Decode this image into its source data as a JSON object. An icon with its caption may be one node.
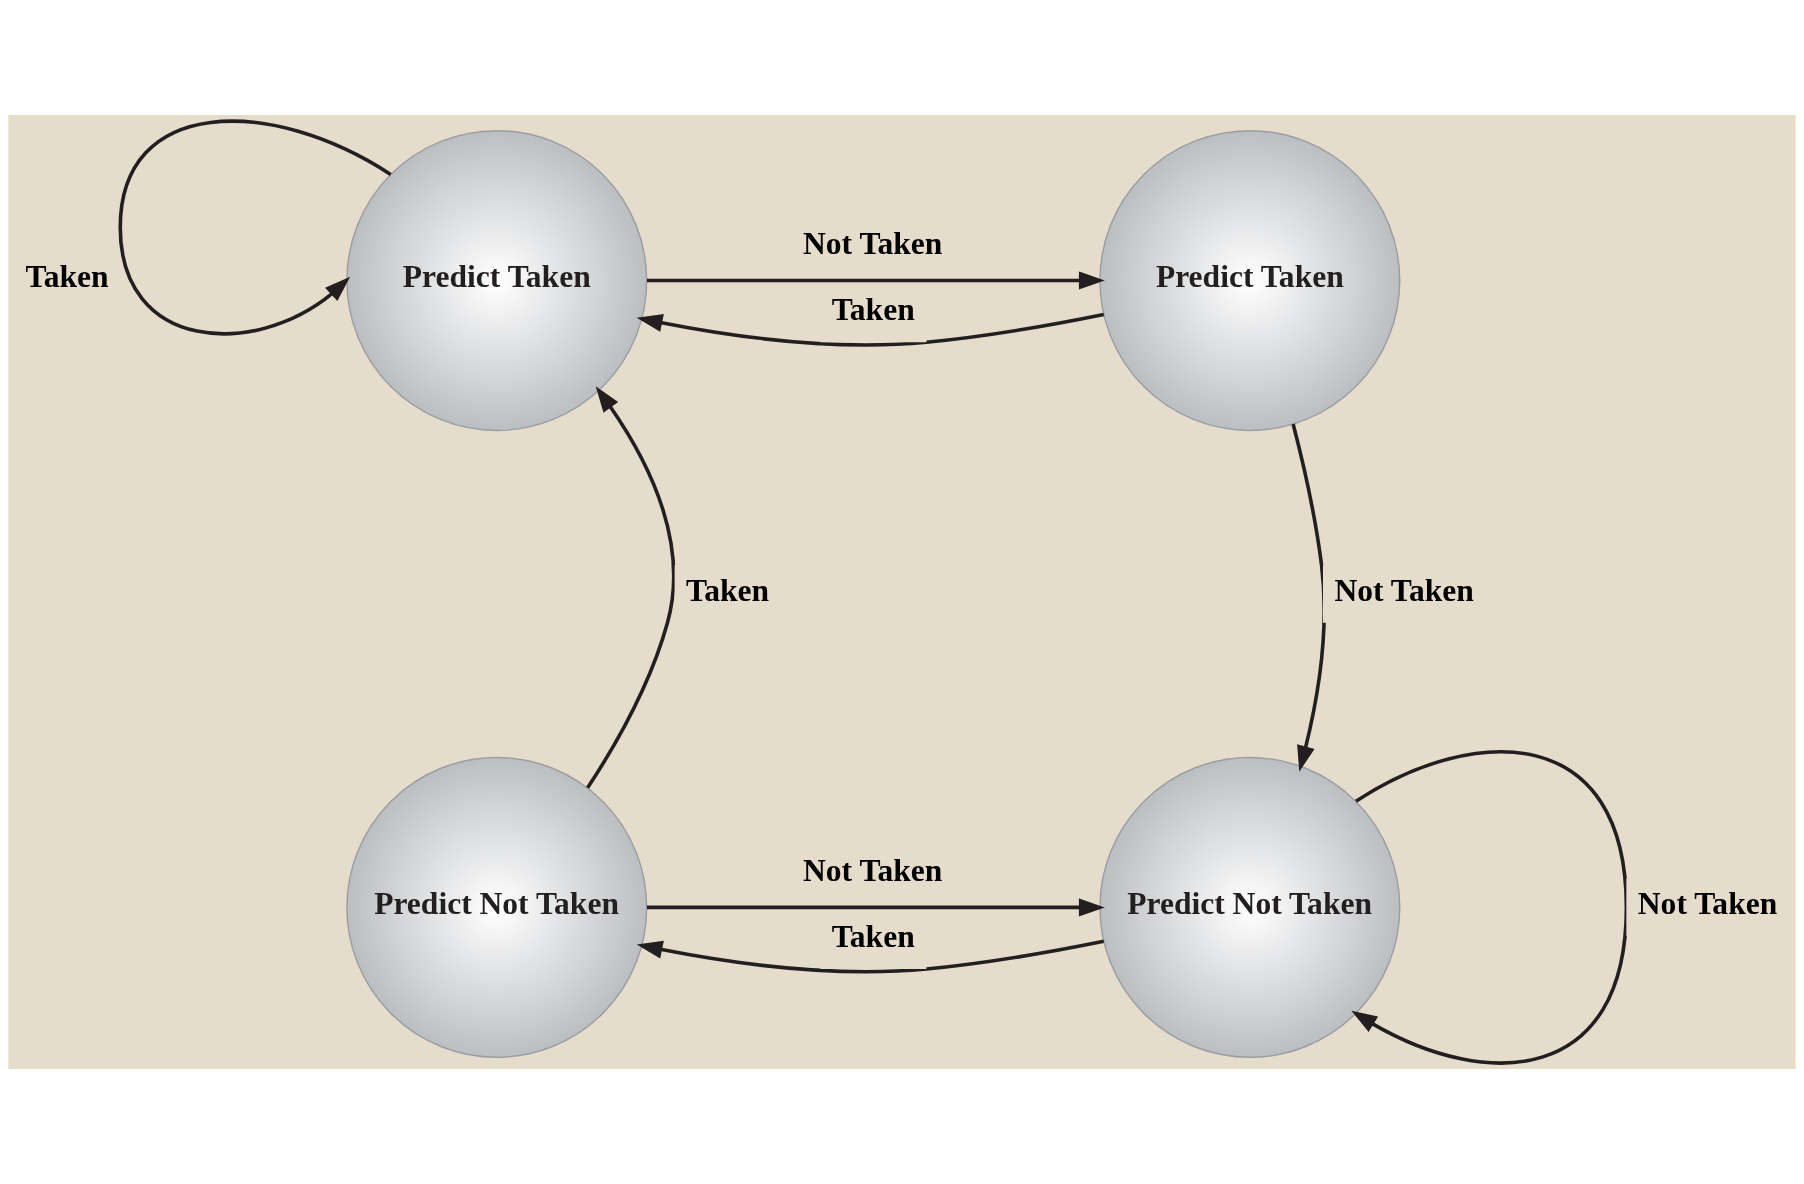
{
  "diagram": {
    "nodes": [
      {
        "text": [
          "Predict Taken"
        ]
      },
      {
        "text": [
          "Predict Taken"
        ]
      },
      {
        "text": [
          "Predict Not Taken"
        ]
      },
      {
        "text": [
          "Predict Not Taken"
        ]
      }
    ],
    "edges": [
      {
        "from": 0,
        "to": 0,
        "arrow": "to",
        "label": "Taken"
      },
      {
        "from": 0,
        "to": 1,
        "arrow": "to",
        "label": "Not Taken"
      },
      {
        "from": 1,
        "to": 0,
        "arrow": "to",
        "label": "Taken"
      },
      {
        "from": 1,
        "to": 3,
        "arrow": "to",
        "label": "Not Taken"
      },
      {
        "from": 2,
        "to": 0,
        "arrow": "to",
        "label": "Taken"
      },
      {
        "from": 2,
        "to": 3,
        "arrow": "to",
        "label": "Not Taken"
      },
      {
        "from": 3,
        "to": 2,
        "arrow": "to",
        "label": "Taken"
      },
      {
        "from": 3,
        "to": 3,
        "arrow": "to",
        "label": "Not Taken"
      }
    ]
  }
}
